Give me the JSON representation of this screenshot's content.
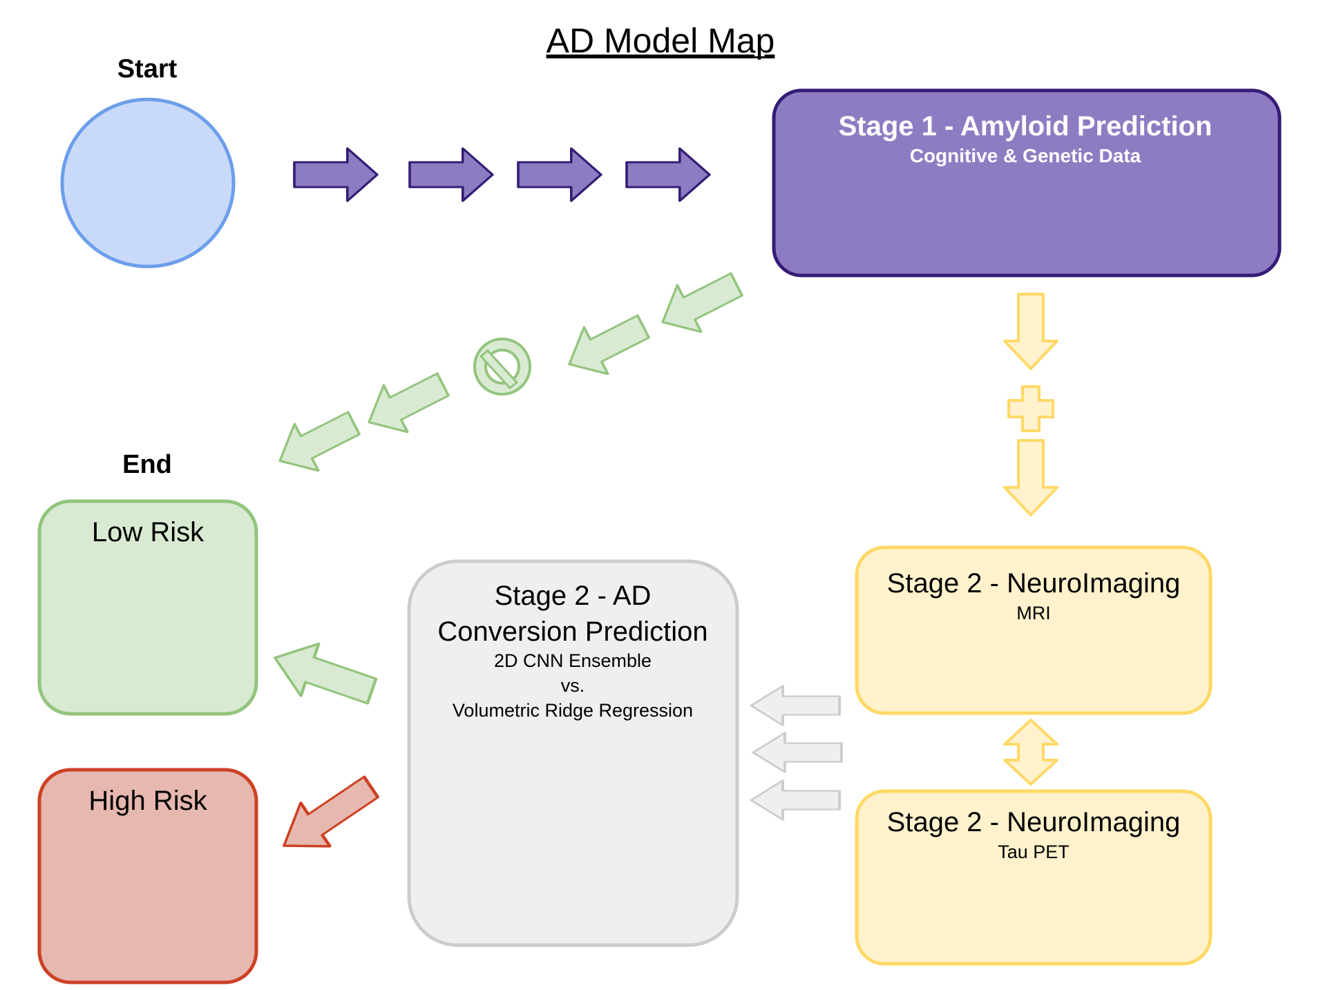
{
  "title": "AD Model Map",
  "start_label": "Start",
  "end_label": "End",
  "stage1": {
    "title": "Stage 1 - Amyloid Prediction",
    "subtitle": "Cognitive & Genetic Data"
  },
  "stage2_mri": {
    "title": "Stage 2 - NeuroImaging",
    "subtitle": "MRI"
  },
  "stage2_pet": {
    "title": "Stage 2 - NeuroImaging",
    "subtitle": "Tau PET"
  },
  "stage2_conversion": {
    "title_line1": "Stage 2 - AD",
    "title_line2": "Conversion Prediction",
    "method1": "2D CNN Ensemble",
    "vs": "vs.",
    "method2": "Volumetric Ridge Regression"
  },
  "low_risk": "Low Risk",
  "high_risk": "High Risk",
  "colors": {
    "start_fill": "#c9daf8",
    "start_stroke": "#6d9eeb",
    "purple_fill": "#8e7cc3",
    "purple_stroke": "#351c75",
    "green_fill": "#d9ead3",
    "green_stroke": "#93c47d",
    "yellow_fill": "#fff2cc",
    "yellow_stroke": "#ffd966",
    "gray_fill": "#efefef",
    "gray_stroke": "#cccccc",
    "red_fill": "#e6b8af",
    "red_stroke": "#cc4125"
  }
}
